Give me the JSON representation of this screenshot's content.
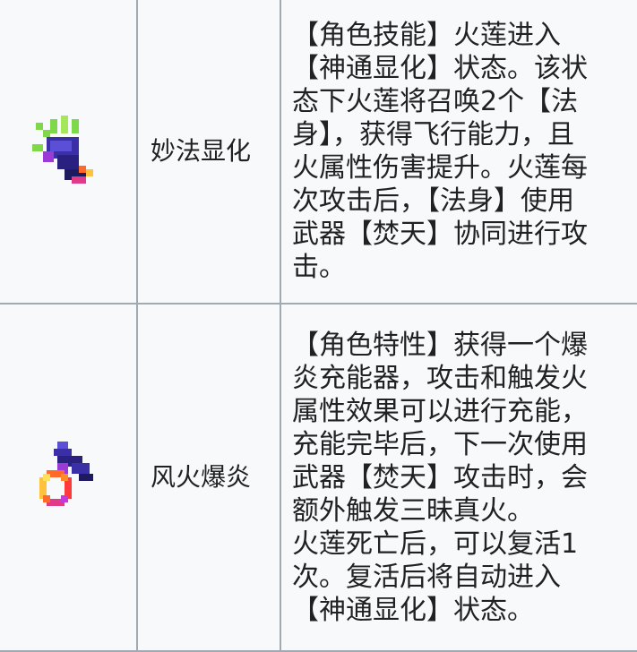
{
  "skills": [
    {
      "name": "妙法显化",
      "icon": "glove-icon",
      "description": [
        "【角色技能】火莲进入",
        "【神通显化】状态。该状",
        "态下火莲将召唤2个【法",
        "身】，获得飞行能力，且",
        "火属性伤害提升。火莲每",
        "次攻击后，【法身】使用",
        "武器【焚天】协同进行攻",
        "击。"
      ]
    },
    {
      "name": "风火爆炎",
      "icon": "ring-icon",
      "description": [
        "【角色特性】获得一个爆",
        "炎充能器，攻击和触发火",
        "属性效果可以进行充能，",
        "充能完毕后，下一次使用",
        "武器【焚天】攻击时，会",
        "额外触发三昧真火。",
        "火莲死亡后，可以复活1",
        "次。复活后将自动进入",
        "【神通显化】状态。"
      ]
    }
  ]
}
